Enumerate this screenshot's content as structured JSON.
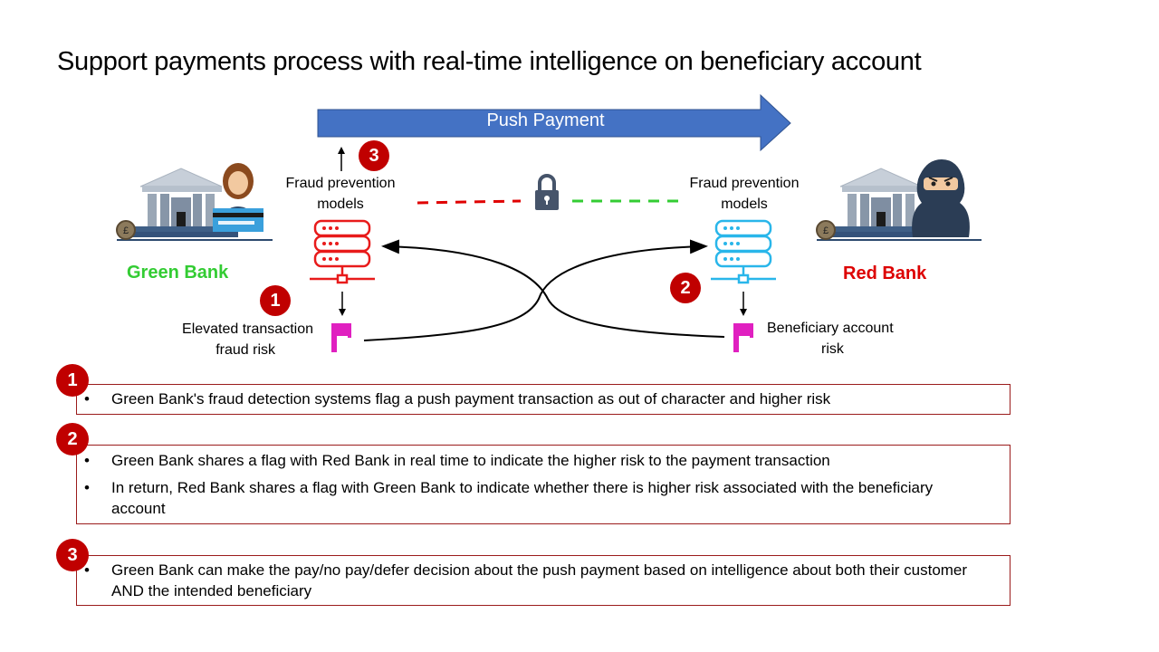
{
  "title": "Support payments process with real-time intelligence on beneficiary account",
  "diagram": {
    "push_payment_label": "Push Payment",
    "left_bank": {
      "name": "Green Bank",
      "name_color": "#33cc33",
      "models_label_line1": "Fraud prevention",
      "models_label_line2": "models",
      "server_color": "#e81b1b",
      "flag_label_line1": "Elevated transaction",
      "flag_label_line2": "fraud risk",
      "badge": "1",
      "top_badge": "3",
      "customer_icon": "woman-with-card-icon"
    },
    "right_bank": {
      "name": "Red Bank",
      "name_color": "#dd0000",
      "models_label_line1": "Fraud prevention",
      "models_label_line2": "models",
      "server_color": "#29b6ea",
      "flag_label_line1": "Beneficiary account",
      "flag_label_line2": "risk",
      "badge": "2",
      "customer_icon": "masked-fraudster-icon"
    },
    "lock_icon": "padlock-icon",
    "flag_color": "#e020c0",
    "arrow_color": "#4472c4",
    "secure_link_left_color": "#e00000",
    "secure_link_right_color": "#33cc33",
    "badge_color": "#c00000"
  },
  "steps": [
    {
      "number": "1",
      "bullets": [
        "Green Bank's fraud detection systems flag a push payment transaction as out of character and higher risk"
      ]
    },
    {
      "number": "2",
      "bullets": [
        "Green Bank shares a flag with Red Bank in real time to indicate the higher risk to the payment transaction",
        "In return, Red Bank shares a flag with Green Bank to indicate whether there is higher risk associated with the beneficiary account"
      ]
    },
    {
      "number": "3",
      "bullets": [
        "Green Bank can make the pay/no pay/defer decision about the push payment based on intelligence about both their customer AND the intended beneficiary"
      ]
    }
  ],
  "bullet_char": "•"
}
